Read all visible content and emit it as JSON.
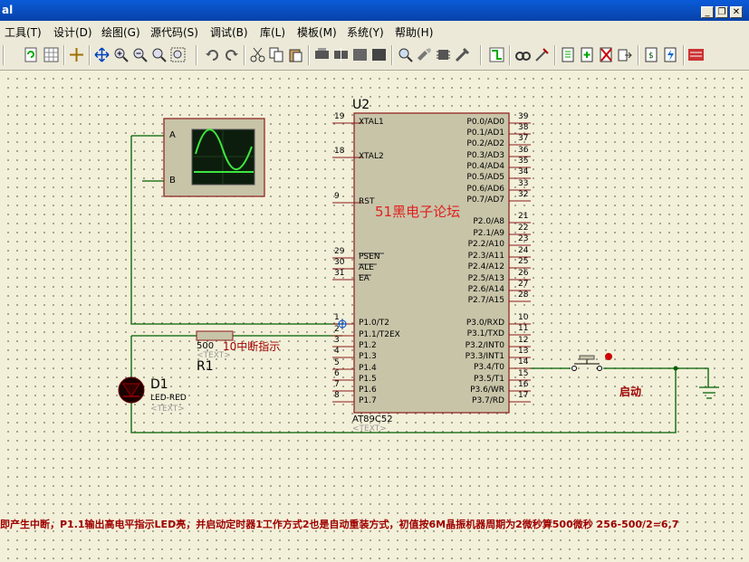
{
  "window": {
    "title": "al"
  },
  "menu": [
    "工具(T)",
    "设计(D)",
    "绘图(G)",
    "源代码(S)",
    "调试(B)",
    "库(L)",
    "模板(M)",
    "系统(Y)",
    "帮助(H)"
  ],
  "schematic": {
    "mcu_ref": "U2",
    "mcu_part": "AT89C52",
    "mcu_text": "<TEXT>",
    "watermark": "51黑电子论坛",
    "left_pins": [
      {
        "num": "19",
        "name": "XTAL1"
      },
      {
        "num": "18",
        "name": "XTAL2"
      },
      {
        "num": "9",
        "name": "RST"
      },
      {
        "num": "29",
        "name": "PSEN"
      },
      {
        "num": "30",
        "name": "ALE"
      },
      {
        "num": "31",
        "name": "EA"
      },
      {
        "num": "1",
        "name": "P1.0/T2"
      },
      {
        "num": "2",
        "name": "P1.1/T2EX"
      },
      {
        "num": "3",
        "name": "P1.2"
      },
      {
        "num": "4",
        "name": "P1.3"
      },
      {
        "num": "5",
        "name": "P1.4"
      },
      {
        "num": "6",
        "name": "P1.5"
      },
      {
        "num": "7",
        "name": "P1.6"
      },
      {
        "num": "8",
        "name": "P1.7"
      }
    ],
    "right_pins": [
      {
        "num": "39",
        "name": "P0.0/AD0"
      },
      {
        "num": "38",
        "name": "P0.1/AD1"
      },
      {
        "num": "37",
        "name": "P0.2/AD2"
      },
      {
        "num": "36",
        "name": "P0.3/AD3"
      },
      {
        "num": "35",
        "name": "P0.4/AD4"
      },
      {
        "num": "34",
        "name": "P0.5/AD5"
      },
      {
        "num": "33",
        "name": "P0.6/AD6"
      },
      {
        "num": "32",
        "name": "P0.7/AD7"
      },
      {
        "num": "21",
        "name": "P2.0/A8"
      },
      {
        "num": "22",
        "name": "P2.1/A9"
      },
      {
        "num": "23",
        "name": "P2.2/A10"
      },
      {
        "num": "24",
        "name": "P2.3/A11"
      },
      {
        "num": "25",
        "name": "P2.4/A12"
      },
      {
        "num": "26",
        "name": "P2.5/A13"
      },
      {
        "num": "27",
        "name": "P2.6/A14"
      },
      {
        "num": "28",
        "name": "P2.7/A15"
      },
      {
        "num": "10",
        "name": "P3.0/RXD"
      },
      {
        "num": "11",
        "name": "P3.1/TXD"
      },
      {
        "num": "12",
        "name": "P3.2/INT0"
      },
      {
        "num": "13",
        "name": "P3.3/INT1"
      },
      {
        "num": "14",
        "name": "P3.4/T0"
      },
      {
        "num": "15",
        "name": "P3.5/T1"
      },
      {
        "num": "16",
        "name": "P3.6/WR"
      },
      {
        "num": "17",
        "name": "P3.7/RD"
      }
    ],
    "scope": {
      "a": "A",
      "b": "B"
    },
    "resistor": {
      "value": "500",
      "text": "<TEXT>",
      "ref": "R1",
      "note": "10中断指示"
    },
    "led": {
      "ref": "D1",
      "part": "LED-RED",
      "text": "<TEXT>"
    },
    "button_label": "启动",
    "note": "即产生中断，P1.1输出高电平指示LED亮，并启动定时器1工作方式2也是自动重装方式，初值按6M晶振机器周期为2微秒算500微秒 256-500/2=6,7"
  },
  "colors": {
    "wire": "#006000",
    "body": "#c8c4a8",
    "border": "#8b1a1a",
    "text_red": "#a00000",
    "grid": "#8c8a80"
  }
}
